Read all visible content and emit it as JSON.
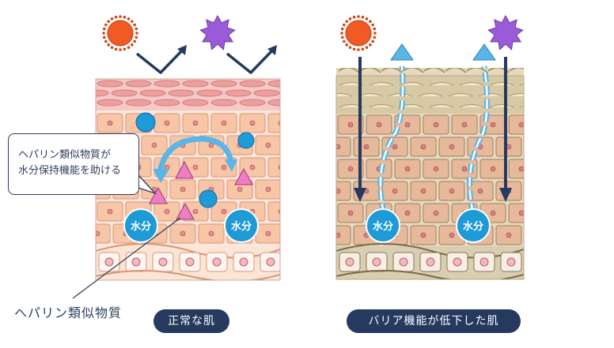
{
  "callout": {
    "line1": "ヘパリン類似物質が",
    "line2": "水分保持機能を助ける"
  },
  "pointer_label": "ヘパリン類似物質",
  "water_label": "水分",
  "left_panel": {
    "caption": "正常な肌"
  },
  "right_panel": {
    "caption": "バリア機能が低下した肌"
  },
  "colors": {
    "navy": "#253a5e",
    "sun": "#f15a22",
    "uv_star": "#9a5cd6",
    "water_drop": "#1e9ad6",
    "heparinoid": "#ef7dc3",
    "healthy_cell": "#f7c6a6",
    "damaged_layer": "#d8c9a5"
  },
  "icons": [
    "sun-icon",
    "uv-star-icon",
    "reflect-arrow-icon",
    "down-arrow-icon",
    "dashed-up-arrow-icon"
  ]
}
